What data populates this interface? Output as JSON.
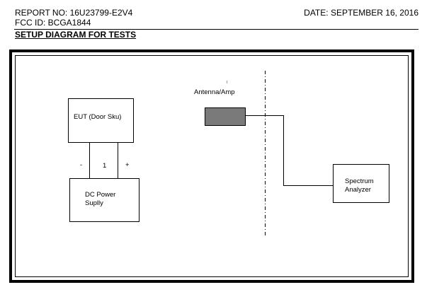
{
  "header": {
    "report_no": "REPORT NO: 16U23799-E2V4",
    "date": "DATE: SEPTEMBER 16, 2016",
    "fcc_id": "FCC ID: BCGA1844",
    "title": "SETUP DIAGRAM FOR TESTS"
  },
  "diagram": {
    "eut_label": "EUT (Door Sku)",
    "dc_power_label": "DC Power Suplly",
    "minus_label": "-",
    "number_label": "1",
    "plus_label": "+",
    "antenna_label": "Antenna/Amp",
    "spectrum_label": "Spectrum Analyzer",
    "antenna_color": "#7a7a7a"
  }
}
